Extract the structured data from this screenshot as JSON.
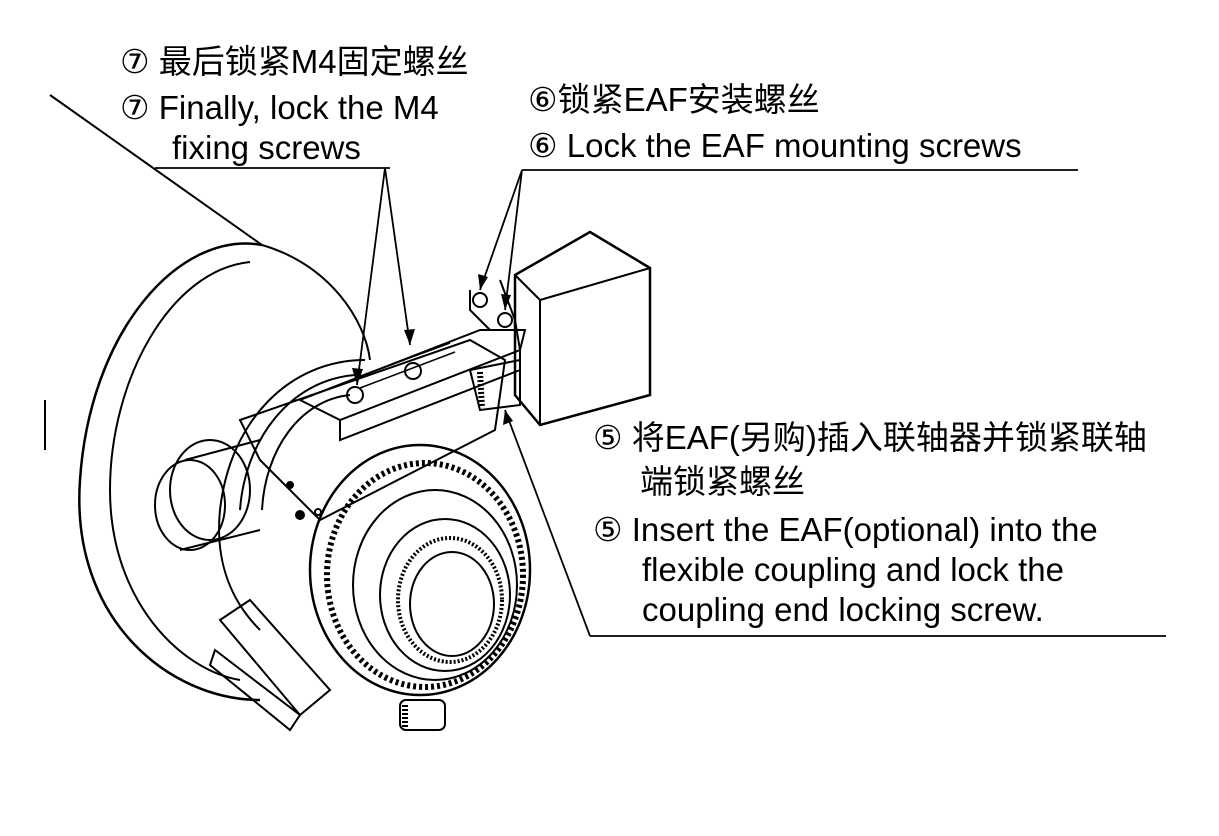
{
  "step7": {
    "zh": "⑦ 最后锁紧M4固定螺丝",
    "en_line1": "⑦ Finally, lock the M4",
    "en_line2": "fixing screws"
  },
  "step6": {
    "zh": "⑥锁紧EAF安装螺丝",
    "en": "⑥ Lock the EAF mounting screws"
  },
  "step5": {
    "zh_line1": "⑤ 将EAF(另购)插入联轴器并锁紧联轴",
    "zh_line2": "端锁紧螺丝",
    "en_line1": "⑤ Insert the EAF(optional) into the",
    "en_line2": "flexible coupling and lock the",
    "en_line3": "coupling end locking screw."
  }
}
